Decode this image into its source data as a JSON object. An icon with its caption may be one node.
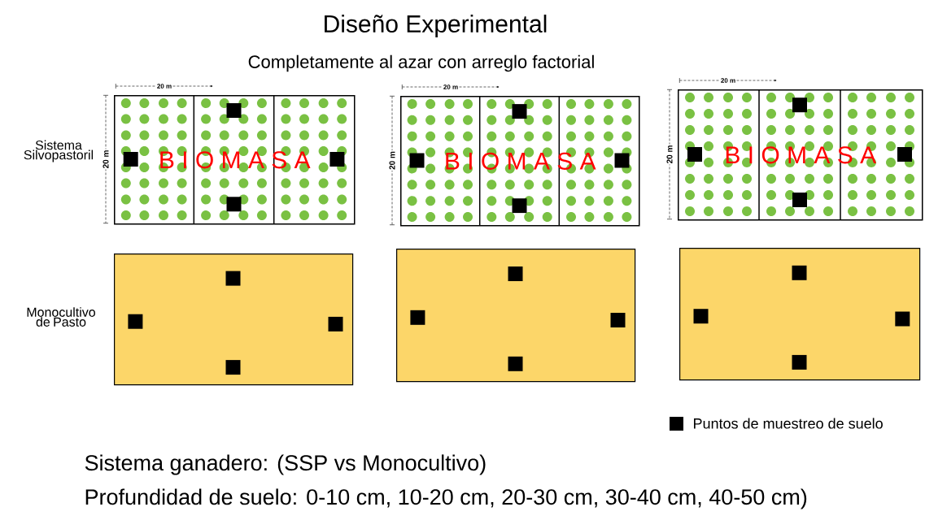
{
  "diagram": {
    "title": "Diseño Experimental",
    "nodes": [
      {
        "text": [
          "B I O M A S A"
        ]
      },
      {
        "text": [
          "B I O M A S A"
        ]
      },
      {
        "text": [
          "B I O M A S A"
        ]
      },
      {
        "text": [],
        "shape": "box"
      },
      {
        "text": [],
        "shape": "box"
      },
      {
        "text": [],
        "shape": "box"
      }
    ],
    "labels": [
      "Completamente al azar con arreglo factorial",
      "Sistema Silvopastoril",
      "20 m",
      "20 m",
      "20 m",
      "20 m",
      "20 m",
      "20 m",
      "Monocultivo de Pasto",
      "Sistema ganadero: (SSP vs Monocultivo)",
      "Profundidad de suelo: 0-10 cm, 10-20 cm, 20-30 cm, 30-40 cm, 40-50 cm)"
    ],
    "legend": [
      {
        "text": "Puntos de muestreo de suelo",
        "color": "#000000"
      }
    ]
  }
}
